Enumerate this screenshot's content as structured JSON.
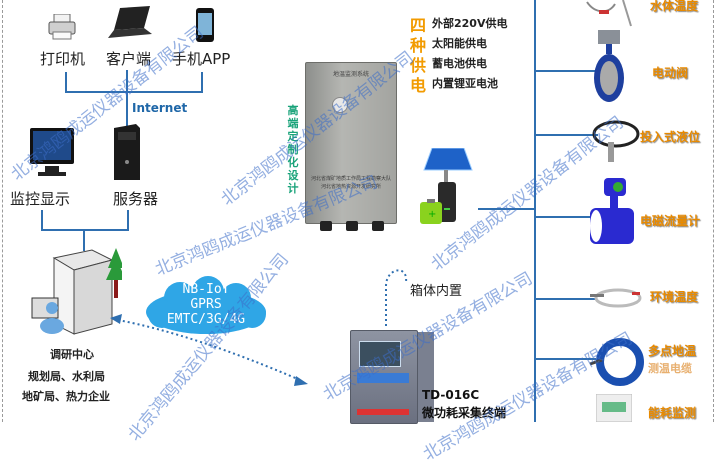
{
  "top_devices": {
    "printer": "打印机",
    "client": "客户端",
    "mobile_app": "手机APP",
    "internet": "Internet"
  },
  "mid_devices": {
    "monitor": "监控显示",
    "server": "服务器"
  },
  "center_org": {
    "line1": "调研中心",
    "line2": "规划局、水利局",
    "line3": "地矿局、热力企业"
  },
  "network_cloud": {
    "line1": "NB-IoT",
    "line2": "GPRS",
    "line3": "EMTC/3G/4G"
  },
  "power_supply": {
    "vertical_chars": [
      "四",
      "种",
      "供",
      "电"
    ],
    "items": [
      "外部220V供电",
      "太阳能供电",
      "蓄电池供电",
      "内置锂亚电池"
    ]
  },
  "cabinet": {
    "title": "地温监测系统",
    "footer_line1": "河北省煤矿地质工作局工程勘察大队",
    "footer_line2": "河北省地热资源开发研究所",
    "side_label": [
      "高",
      "端",
      "定",
      "制",
      "化",
      "设",
      "计"
    ]
  },
  "terminal": {
    "built_in": "箱体内置",
    "model": "TD-016C",
    "name": "微功耗采集终端"
  },
  "sensors": [
    {
      "label": "水体温度"
    },
    {
      "label": "电动阀"
    },
    {
      "label": "投入式液位"
    },
    {
      "label": "电磁流量计"
    },
    {
      "label": "环境温度"
    },
    {
      "label": "多点地温",
      "sub": "测温电缆"
    },
    {
      "label": "能耗监测"
    }
  ],
  "watermark": "北京鸿鸥成运仪器设备有限公司",
  "colors": {
    "line": "#2f6fb0",
    "sensor_label": "#e88a00",
    "power_big": "#f29b00",
    "cloud": "#2fa6e6",
    "side_label": "#1aa37a"
  }
}
